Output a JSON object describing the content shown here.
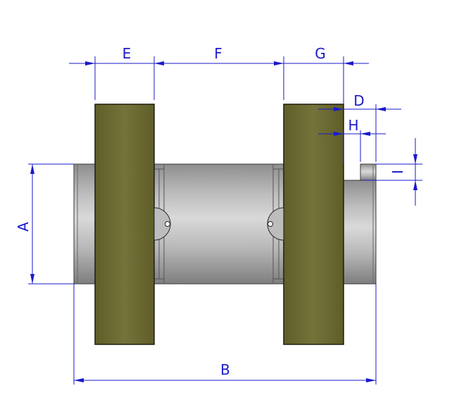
{
  "drawing": {
    "labels": {
      "a": "A",
      "b": "B",
      "d": "D",
      "e": "E",
      "f": "F",
      "g": "G",
      "h": "H",
      "i": "I"
    },
    "colors": {
      "dimension": "#1a1acc",
      "plate": "#6b6a2e",
      "plate_edge": "#1e1e10",
      "shaft_light": "#d8d8d8",
      "shaft_dark": "#8c8c8c",
      "outline": "#2a2a2a"
    }
  }
}
